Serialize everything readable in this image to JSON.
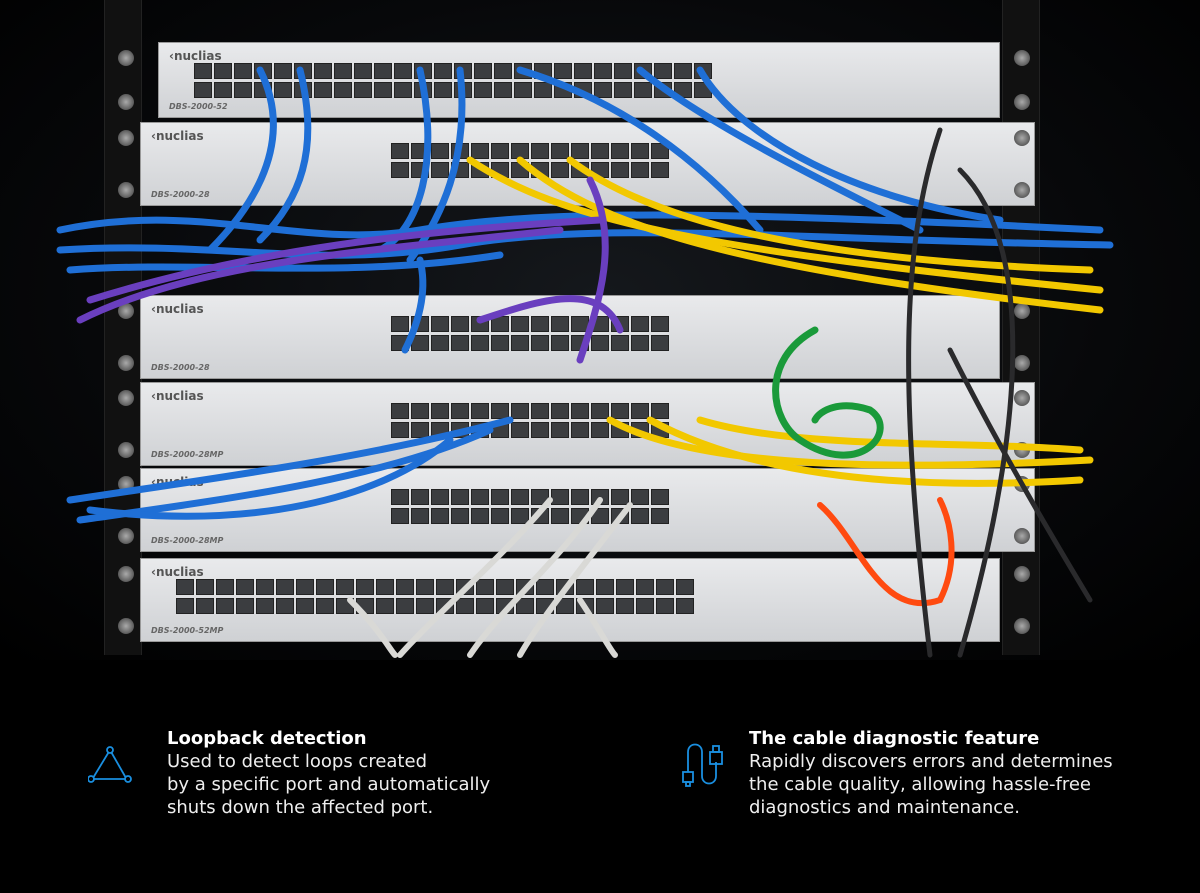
{
  "photo": {
    "brand_logo": "nuclias",
    "switch_models": [
      "DBS-2000-52",
      "DBS-2000-28",
      "DBS-2000-28",
      "DBS-2000-28MP",
      "DBS-2000-28MP",
      "DBS-2000-52MP"
    ],
    "cable_colors": {
      "blue": "#1f6fd6",
      "yellow": "#f2c800",
      "purple": "#6a3fbf",
      "green": "#1a9a3a",
      "orange": "#ff4a10",
      "white": "#d9d9d6",
      "black": "#2a2a2c"
    }
  },
  "features": [
    {
      "icon": "network-triangle-icon",
      "title": "Loopback detection",
      "body": [
        "Used to detect loops created",
        "by a specific port and automatically",
        "shuts down the affected port."
      ]
    },
    {
      "icon": "cable-icon",
      "title": "The cable diagnostic feature",
      "body": [
        "Rapidly discovers errors and determines",
        "the cable quality, allowing hassle-free",
        "diagnostics and maintenance."
      ]
    }
  ],
  "accent_color": "#1a8fe0"
}
